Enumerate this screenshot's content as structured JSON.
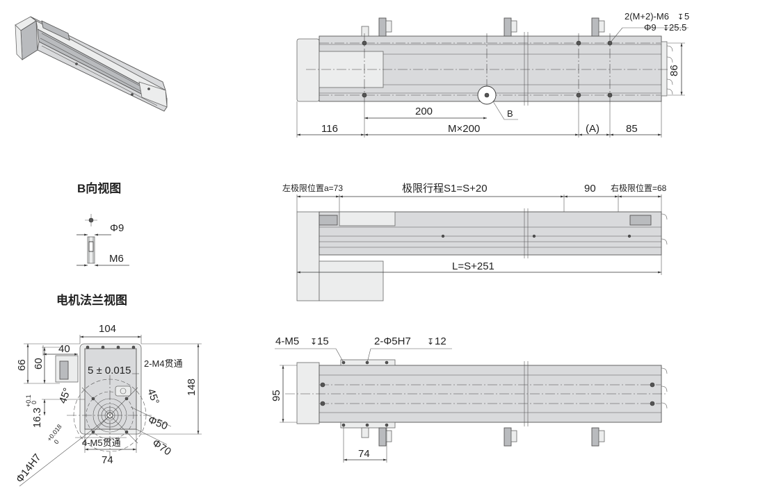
{
  "views": {
    "b_view_title": "B向视图",
    "flange_view_title": "电机法兰视图"
  },
  "top_view": {
    "note_holes_line1": "2(M+2)-M6",
    "note_holes_depth1": "5",
    "note_holes_line2": "Φ9",
    "note_holes_depth2": "25.5",
    "dim_height": "86",
    "dim_pitch": "200",
    "label_b": "B",
    "dim_left": "116",
    "dim_mid": "M×200",
    "dim_a": "(A)",
    "dim_right": "85"
  },
  "side_view": {
    "left_limit": "左极限位置a=73",
    "stroke": "极限行程S1=S+20",
    "dim_90": "90",
    "right_limit": "右极限位置=68",
    "length": "L=S+251"
  },
  "bottom_view": {
    "note_m5": "4-M5",
    "note_m5_depth": "15",
    "note_pin": "2-Φ5H7",
    "note_pin_depth": "12",
    "dim_95": "95",
    "dim_74": "74"
  },
  "b_view": {
    "dim_phi9": "Φ9",
    "dim_m6": "M6"
  },
  "flange_view": {
    "dim_104": "104",
    "dim_40": "40",
    "dim_66": "66",
    "dim_60": "60",
    "dim_148": "148",
    "dim_5": "5 ± 0.015",
    "note_m4": "2-M4贯通",
    "angle_left": "45°",
    "angle_right": "45°",
    "dim_16_3": "16.3",
    "tol_16_3_up": "+0.1",
    "tol_16_3_low": "0",
    "dim_phi50": "Φ50",
    "dim_phi70": "Φ70",
    "note_m5": "4-M5贯通",
    "dim_74": "74",
    "dim_phi14": "Φ14H7",
    "tol_phi14_up": "+0.018",
    "tol_phi14_low": "0"
  }
}
